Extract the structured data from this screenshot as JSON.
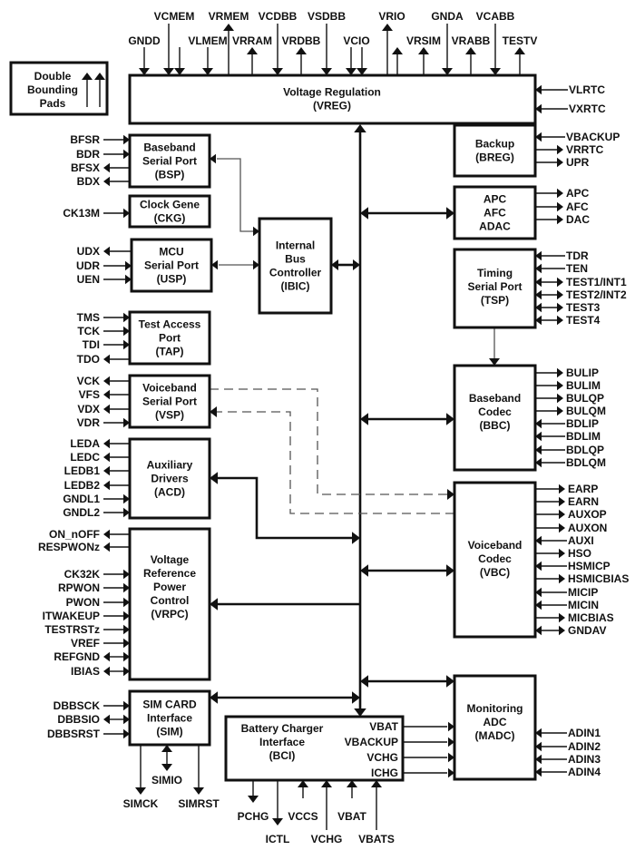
{
  "legend": {
    "lines": [
      "Double",
      "Bounding",
      "Pads"
    ]
  },
  "top_pins": [
    {
      "label": "GNDD",
      "dir": "in"
    },
    {
      "label": "VCMEM",
      "dir": "in"
    },
    {
      "label": "VCMEM",
      "dir": "in"
    },
    {
      "label": "VLMEM",
      "dir": "in"
    },
    {
      "label": "VRMEM",
      "dir": "out"
    },
    {
      "label": "VRRAM",
      "dir": "out"
    },
    {
      "label": "VCDBB",
      "dir": "in"
    },
    {
      "label": "VRDBB",
      "dir": "out"
    },
    {
      "label": "VSDBB",
      "dir": "in"
    },
    {
      "label": "VCIO",
      "dir": "in"
    },
    {
      "label": "VCIO",
      "dir": "in"
    },
    {
      "label": "VRIO",
      "dir": "out"
    },
    {
      "label": "VRIO",
      "dir": "out"
    },
    {
      "label": "VRSIM",
      "dir": "out"
    },
    {
      "label": "GNDA",
      "dir": "in"
    },
    {
      "label": "VRABB",
      "dir": "out"
    },
    {
      "label": "VCABB",
      "dir": "in"
    },
    {
      "label": "TESTV",
      "dir": "out"
    }
  ],
  "blocks": {
    "vreg": [
      "Voltage Regulation",
      "(VREG)"
    ],
    "bsp": [
      "Baseband",
      "Serial Port",
      "(BSP)"
    ],
    "ckg": [
      "Clock Gene",
      "(CKG)"
    ],
    "usp": [
      "MCU",
      "Serial Port",
      "(USP)"
    ],
    "ibic": [
      "Internal",
      "Bus",
      "Controller",
      "(IBIC)"
    ],
    "tap": [
      "Test Access",
      "Port",
      "(TAP)"
    ],
    "vsp": [
      "Voiceband",
      "Serial Port",
      "(VSP)"
    ],
    "acd": [
      "Auxiliary",
      "Drivers",
      "(ACD)"
    ],
    "vrpc": [
      "Voltage",
      "Reference",
      "Power",
      "Control",
      "(VRPC)"
    ],
    "sim": [
      "SIM CARD",
      "Interface",
      "(SIM)"
    ],
    "bci": [
      "Battery Charger",
      "Interface",
      "(BCI)"
    ],
    "breg": [
      "Backup",
      "(BREG)"
    ],
    "apc": [
      "APC",
      "AFC",
      "ADAC"
    ],
    "tsp": [
      "Timing",
      "Serial Port",
      "(TSP)"
    ],
    "bbc": [
      "Baseband",
      "Codec",
      "(BBC)"
    ],
    "vbc": [
      "Voiceband",
      "Codec",
      "(VBC)"
    ],
    "madc": [
      "Monitoring",
      "ADC",
      "(MADC)"
    ]
  },
  "pins": {
    "vreg_right": [
      {
        "label": "VLRTC",
        "dir": "in"
      },
      {
        "label": "VXRTC",
        "dir": "in"
      }
    ],
    "bsp": [
      {
        "label": "BFSR",
        "dir": "in"
      },
      {
        "label": "BDR",
        "dir": "in"
      },
      {
        "label": "BFSX",
        "dir": "out"
      },
      {
        "label": "BDX",
        "dir": "out"
      }
    ],
    "ckg": [
      {
        "label": "CK13M",
        "dir": "in"
      }
    ],
    "usp": [
      {
        "label": "UDX",
        "dir": "out"
      },
      {
        "label": "UDR",
        "dir": "in"
      },
      {
        "label": "UEN",
        "dir": "in"
      }
    ],
    "tap": [
      {
        "label": "TMS",
        "dir": "in"
      },
      {
        "label": "TCK",
        "dir": "in"
      },
      {
        "label": "TDI",
        "dir": "in"
      },
      {
        "label": "TDO",
        "dir": "out"
      }
    ],
    "vsp": [
      {
        "label": "VCK",
        "dir": "out"
      },
      {
        "label": "VFS",
        "dir": "out"
      },
      {
        "label": "VDX",
        "dir": "out"
      },
      {
        "label": "VDR",
        "dir": "in"
      }
    ],
    "acd": [
      {
        "label": "LEDA",
        "dir": "out"
      },
      {
        "label": "LEDC",
        "dir": "out"
      },
      {
        "label": "LEDB1",
        "dir": "out"
      },
      {
        "label": "LEDB2",
        "dir": "out"
      },
      {
        "label": "GNDL1",
        "dir": "in"
      },
      {
        "label": "GNDL2",
        "dir": "in"
      }
    ],
    "vrpc": [
      {
        "label": "ON_nOFF",
        "dir": "out"
      },
      {
        "label": "RESPWONz",
        "dir": "out"
      },
      {
        "label": "CK32K",
        "dir": "in"
      },
      {
        "label": "RPWON",
        "dir": "in"
      },
      {
        "label": "PWON",
        "dir": "in"
      },
      {
        "label": "ITWAKEUP",
        "dir": "in"
      },
      {
        "label": "TESTRSTz",
        "dir": "in"
      },
      {
        "label": "VREF",
        "dir": "in"
      },
      {
        "label": "REFGND",
        "dir": "bi"
      },
      {
        "label": "IBIAS",
        "dir": "bi"
      }
    ],
    "sim_left": [
      {
        "label": "DBBSCK",
        "dir": "in"
      },
      {
        "label": "DBBSIO",
        "dir": "bi"
      },
      {
        "label": "DBBSRST",
        "dir": "in"
      }
    ],
    "sim_bottom": [
      {
        "label": "SIMCK",
        "dir": "out"
      },
      {
        "label": "SIMIO",
        "dir": "bi"
      },
      {
        "label": "SIMRST",
        "dir": "out"
      }
    ],
    "breg": [
      {
        "label": "VBACKUP",
        "dir": "in"
      },
      {
        "label": "VRRTC",
        "dir": "out"
      },
      {
        "label": "UPR",
        "dir": "out"
      }
    ],
    "apc": [
      {
        "label": "APC",
        "dir": "out"
      },
      {
        "label": "AFC",
        "dir": "out"
      },
      {
        "label": "DAC",
        "dir": "out"
      }
    ],
    "tsp": [
      {
        "label": "TDR",
        "dir": "in"
      },
      {
        "label": "TEN",
        "dir": "in"
      },
      {
        "label": "TEST1/INT1",
        "dir": "bi"
      },
      {
        "label": "TEST2/INT2",
        "dir": "bi"
      },
      {
        "label": "TEST3",
        "dir": "bi"
      },
      {
        "label": "TEST4",
        "dir": "bi"
      }
    ],
    "bbc": [
      {
        "label": "BULIP",
        "dir": "out"
      },
      {
        "label": "BULIM",
        "dir": "out"
      },
      {
        "label": "BULQP",
        "dir": "out"
      },
      {
        "label": "BULQM",
        "dir": "out"
      },
      {
        "label": "BDLIP",
        "dir": "in"
      },
      {
        "label": "BDLIM",
        "dir": "in"
      },
      {
        "label": "BDLQP",
        "dir": "in"
      },
      {
        "label": "BDLQM",
        "dir": "in"
      }
    ],
    "vbc": [
      {
        "label": "EARP",
        "dir": "out"
      },
      {
        "label": "EARN",
        "dir": "out"
      },
      {
        "label": "AUXOP",
        "dir": "out"
      },
      {
        "label": "AUXON",
        "dir": "out"
      },
      {
        "label": "AUXI",
        "dir": "in"
      },
      {
        "label": "HSO",
        "dir": "out"
      },
      {
        "label": "HSMICP",
        "dir": "in"
      },
      {
        "label": "HSMICBIAS",
        "dir": "out"
      },
      {
        "label": "MICIP",
        "dir": "in"
      },
      {
        "label": "MICIN",
        "dir": "in"
      },
      {
        "label": "MICBIAS",
        "dir": "out"
      },
      {
        "label": "GNDAV",
        "dir": "bi"
      }
    ],
    "bci_internal": [
      "VBAT",
      "VBACKUP",
      "VCHG",
      "ICHG"
    ],
    "bci_bottom": [
      {
        "label": "PCHG",
        "dir": "out"
      },
      {
        "label": "ICTL",
        "dir": "out"
      },
      {
        "label": "VCCS",
        "dir": "in"
      },
      {
        "label": "VCHG",
        "dir": "in"
      },
      {
        "label": "VBAT",
        "dir": "in"
      },
      {
        "label": "VBATS",
        "dir": "in"
      }
    ],
    "madc": [
      {
        "label": "ADIN1",
        "dir": "in"
      },
      {
        "label": "ADIN2",
        "dir": "in"
      },
      {
        "label": "ADIN3",
        "dir": "in"
      },
      {
        "label": "ADIN4",
        "dir": "in"
      }
    ]
  }
}
